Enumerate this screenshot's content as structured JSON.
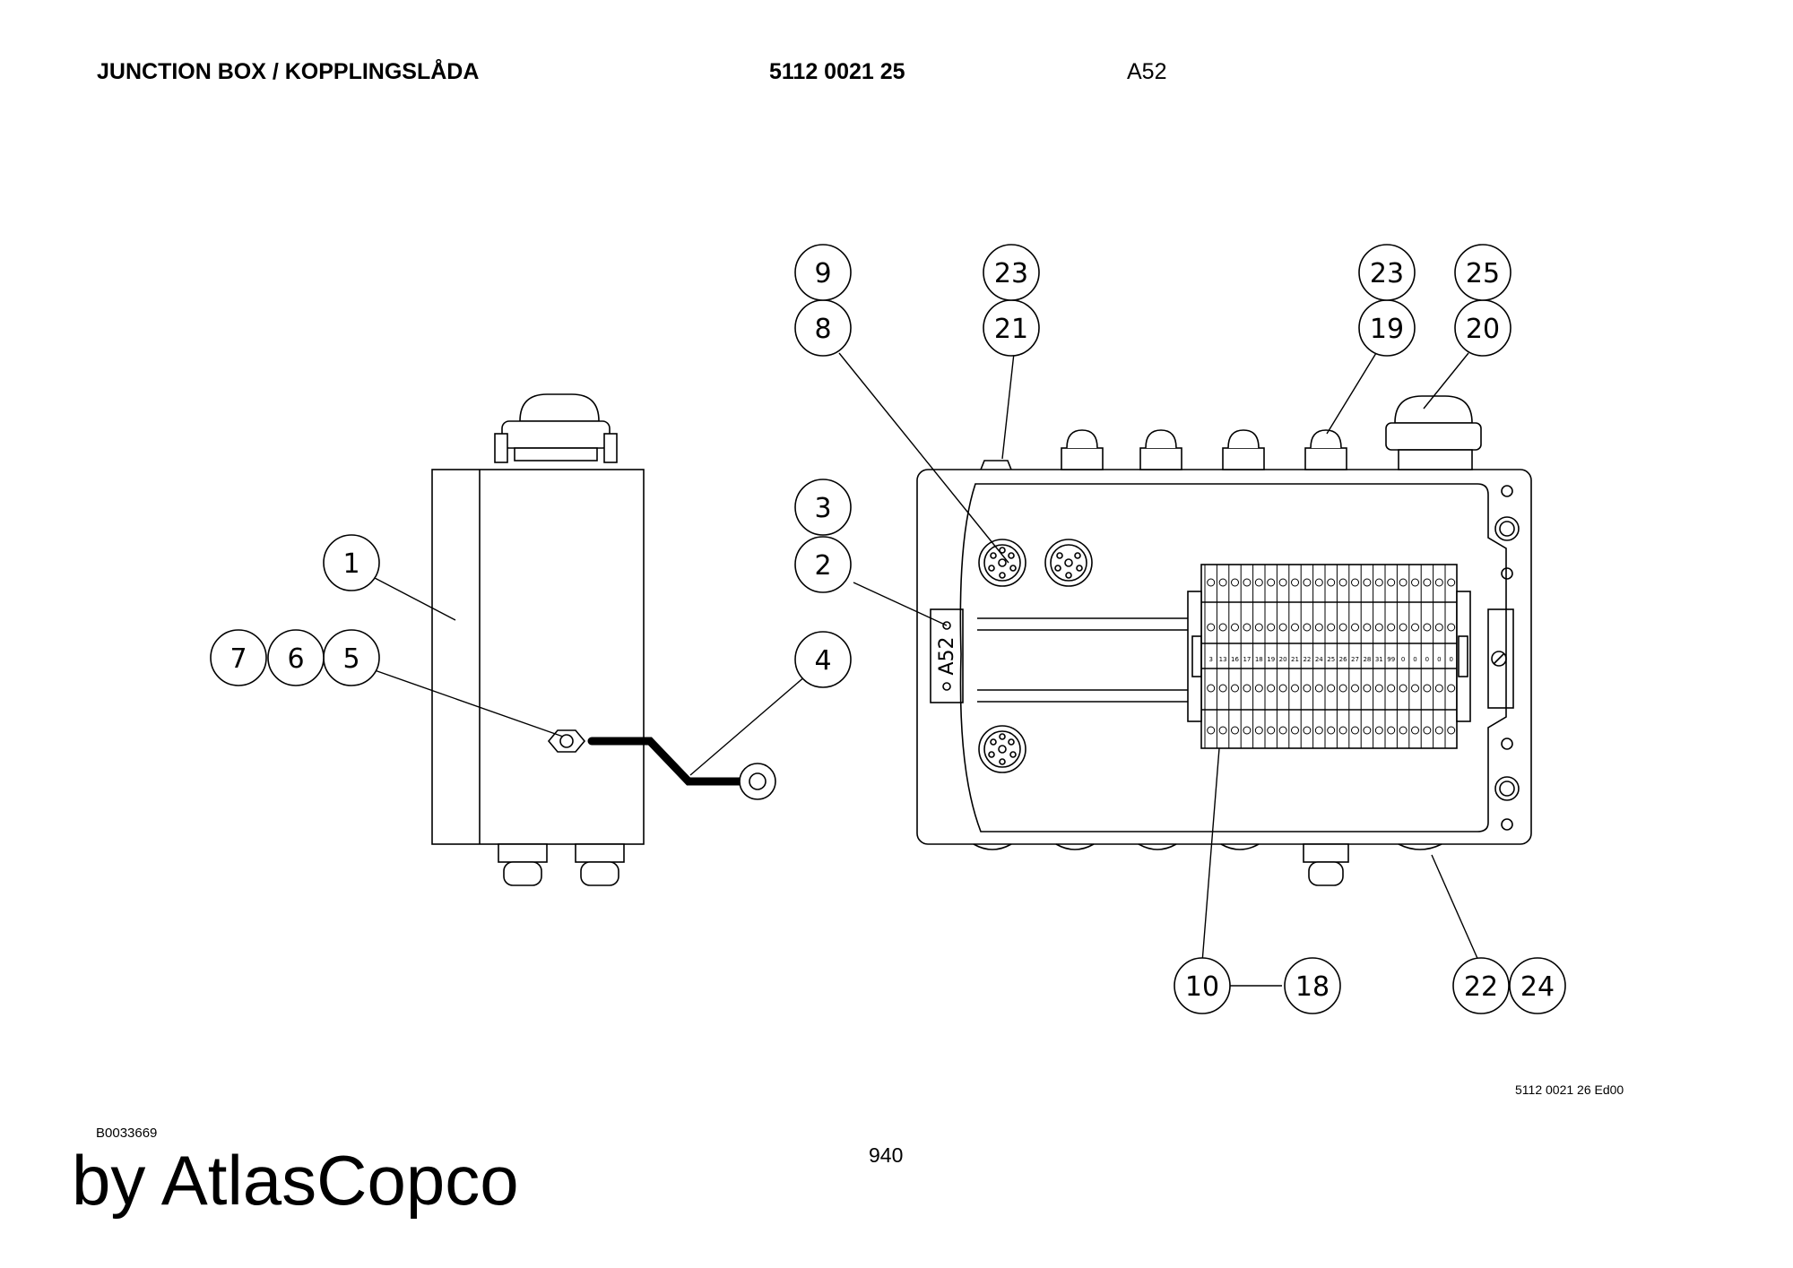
{
  "header": {
    "title": "JUNCTION BOX / KOPPLINGSLÅDA",
    "part_number": "5112 0021 25",
    "designation": "A52"
  },
  "diagram": {
    "box_label": "A52",
    "terminal_numbers": [
      "3",
      "13",
      "16",
      "17",
      "18",
      "19",
      "20",
      "21",
      "22",
      "24",
      "25",
      "26",
      "27",
      "28",
      "31",
      "99",
      "0",
      "0",
      "0",
      "0",
      "0"
    ],
    "balloons": [
      "1",
      "2",
      "3",
      "4",
      "5",
      "6",
      "7",
      "8",
      "9",
      "10",
      "18",
      "19",
      "20",
      "21",
      "22",
      "23",
      "23",
      "24",
      "25"
    ]
  },
  "footer": {
    "drawing_ref": "5112 0021 26 Ed00",
    "doc_id": "B0033669",
    "page_number": "940",
    "brand": "by AtlasCopco"
  }
}
